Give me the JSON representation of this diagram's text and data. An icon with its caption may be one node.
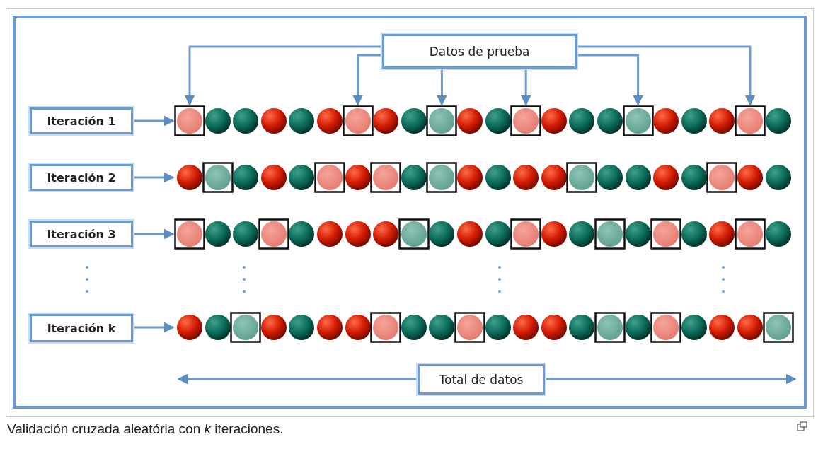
{
  "diagram": {
    "caption": "Validación cruzada aleatória con *k* iteraciones.",
    "nodes": [
      {
        "text": [
          "Datos de prueba"
        ]
      },
      {
        "text": [
          "Iteración 1"
        ]
      },
      {
        "text": [],
        "shape": "picture"
      },
      {
        "text": [
          "Iteración 2"
        ]
      },
      {
        "text": [],
        "shape": "picture"
      },
      {
        "text": [
          "Iteración 3"
        ]
      },
      {
        "text": [],
        "shape": "picture"
      },
      {
        "text": [
          "Iteración k"
        ]
      },
      {
        "text": [],
        "shape": "picture"
      },
      {
        "text": [
          "Total de datos"
        ]
      }
    ],
    "edges": [
      {
        "from": 0,
        "to": 2,
        "arrow": "to"
      },
      {
        "from": 0,
        "to": 2,
        "arrow": "to"
      },
      {
        "from": 0,
        "to": 2,
        "arrow": "to"
      },
      {
        "from": 0,
        "to": 2,
        "arrow": "to"
      },
      {
        "from": 0,
        "to": 2,
        "arrow": "to"
      },
      {
        "from": 0,
        "to": 2,
        "arrow": "to"
      },
      {
        "from": 1,
        "to": 2,
        "arrow": "to"
      },
      {
        "from": 3,
        "to": 4,
        "arrow": "to"
      },
      {
        "from": 5,
        "to": 6,
        "arrow": "to"
      },
      {
        "from": 7,
        "to": 8,
        "arrow": "to"
      }
    ]
  }
}
